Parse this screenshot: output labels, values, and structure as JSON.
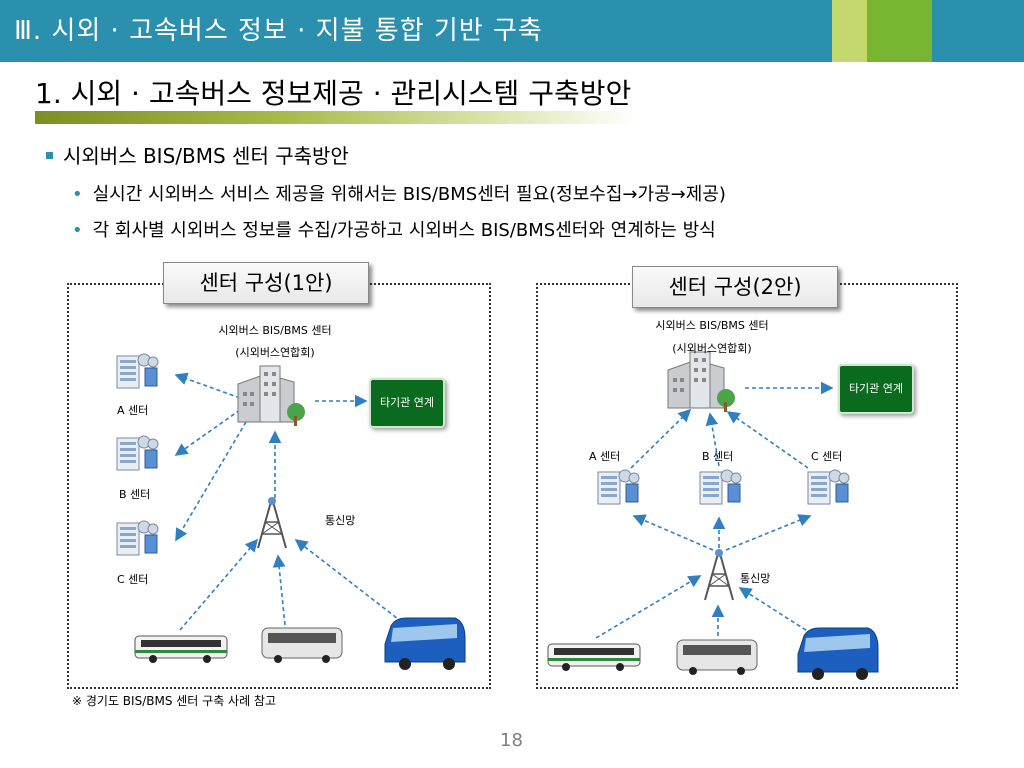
{
  "header": {
    "title": "Ⅲ. 시외 · 고속버스 정보 · 지불 통합 기반 구축",
    "subtitle": "1. 시외 · 고속버스 정보제공 · 관리시스템 구축방안"
  },
  "bullets": {
    "main": "시외버스 BIS/BMS 센터 구축방안",
    "sub": [
      "실시간 시외버스 서비스 제공을 위해서는 BIS/BMS센터 필요(정보수집→가공→제공)",
      "각 회사별 시외버스 정보를 수집/가공하고 시외버스 BIS/BMS센터와 연계하는 방식"
    ]
  },
  "config1": {
    "label": "센터 구성(1안)",
    "center_line1": "시외버스 BIS/BMS 센터",
    "center_line2": "(시외버스연합회)",
    "external_link": "타기관 연계",
    "centers": [
      "A 센터",
      "B 센터",
      "C 센터"
    ],
    "network": "통신망"
  },
  "config2": {
    "label": "센터 구성(2안)",
    "center_line1": "시외버스 BIS/BMS 센터",
    "center_line2": "(시외버스연합회)",
    "external_link": "타기관 연계",
    "centers": [
      "A 센터",
      "B 센터",
      "C 센터"
    ],
    "network": "통신망"
  },
  "note": "※ 경기도 BIS/BMS 센터 구축 사례 참고",
  "page_number": "18",
  "colors": {
    "header_bg": "#2b8fae",
    "accent_light": "#c5d86d",
    "accent_green": "#78b530",
    "link_button": "#0a6b1e",
    "arrow": "#2f7fc1"
  }
}
